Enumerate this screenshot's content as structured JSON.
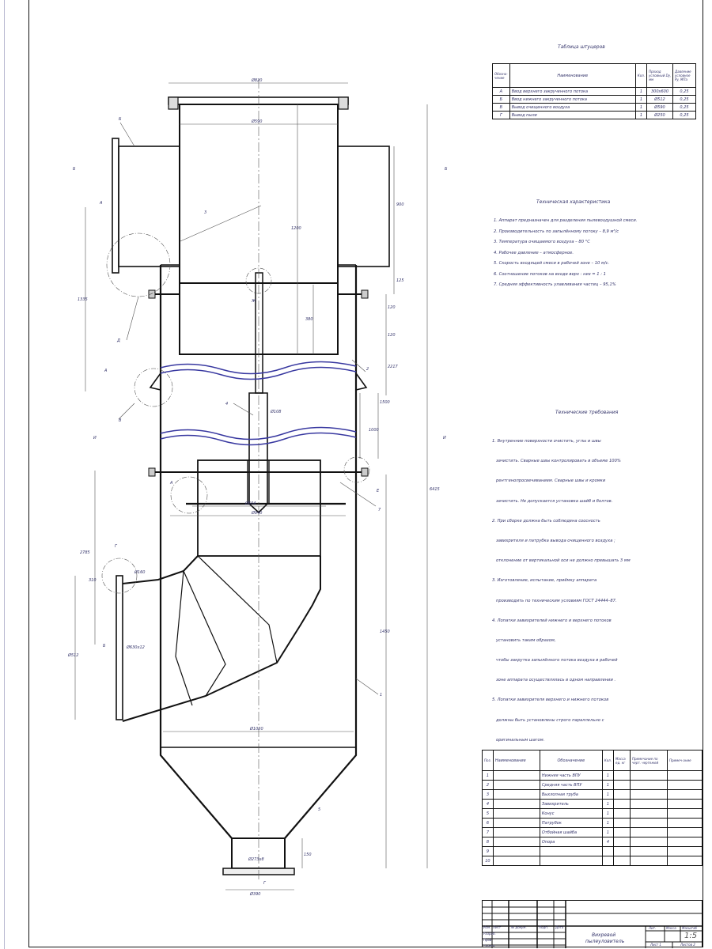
{
  "nozzle_table": {
    "title": "Таблица штуцеров",
    "headers": [
      "Обозна-чение",
      "Наименование",
      "Кол.",
      "Проход условный Dy, мм",
      "Давление условное Py, МПа"
    ],
    "rows": [
      {
        "mark": "А",
        "name": "Ввод верхнего закрученного потока",
        "qty": "1",
        "dy": "300х600",
        "py": "0,25"
      },
      {
        "mark": "Б",
        "name": "Ввод нижнего закрученного потока",
        "qty": "1",
        "dy": "Ø512",
        "py": "0,25"
      },
      {
        "mark": "В",
        "name": "Вывод очищенного воздуха",
        "qty": "1",
        "dy": "Ø590",
        "py": "0,25"
      },
      {
        "mark": "Г",
        "name": "Вывод пыли",
        "qty": "1",
        "dy": "Ø250",
        "py": "0,25"
      }
    ]
  },
  "tech_characteristics": {
    "title": "Техническая характеристика",
    "items": [
      "1. Аппарат предназначен для разделения пылевоздушной смеси.",
      "2. Производительность по запылённому потоку – 8,9 м³/с",
      "3. Температура очищаемого воздуха – 80 °С",
      "4. Рабочее давление – атмосферное.",
      "5. Скорость входящей смеси в рабочей зоне – 10 м/с.",
      "6. Соотношение потоков на входе верх : низ = 1 : 1",
      "7. Средняя эффективность улавливания частиц – 95,1%"
    ]
  },
  "tech_requirements": {
    "title": "Технические требования",
    "lines": [
      "1. Внутренние поверхности очистить, углы и швы",
      "   зачистить. Сварные швы контролировать в объеме 100%",
      "   рентгенопросвечиванием. Сварные швы и кромки",
      "   зачистить. Не допускается установка шайб и болтов.",
      "2. При сборке должна быть соблюдена соосность",
      "   завихрителя и патрубка вывода очищенного воздуха ;",
      "   отклонение от вертикальной оси не должно превышать 3 мм",
      "3. Изготовление, испытание, приёмку аппарата",
      "   производить по техническим условиям ГОСТ 24444–87.",
      "4. Лопатки завихрителей нижнего и верхнего потоков",
      "   установить таким образом,",
      "   чтобы закрутка запылённого потока воздуха в рабочей",
      "   зоне аппарата осуществлялась в одном направлении .",
      "5. Лопатки завихрителя верхнего и нижнего потоков",
      "   должны быть установлены строго параллельно с",
      "   оригинальным шагом."
    ]
  },
  "spec_table": {
    "headers": [
      "Поз.",
      "Наименование",
      "Обозначение",
      "Кол.",
      "Масса ед. кг",
      "Примечание по черт. чертежей",
      "Примеч-ание"
    ],
    "rows": [
      {
        "pos": "1",
        "name": "Нижняя часть ВПУ",
        "qty": "1"
      },
      {
        "pos": "2",
        "name": "Средняя часть ВПУ",
        "qty": "1"
      },
      {
        "pos": "3",
        "name": "Выхлопная труба",
        "qty": "1"
      },
      {
        "pos": "4",
        "name": "Завихритель",
        "qty": "1"
      },
      {
        "pos": "5",
        "name": "Конус",
        "qty": "1"
      },
      {
        "pos": "6",
        "name": "Патрубок",
        "qty": "1"
      },
      {
        "pos": "7",
        "name": "Отбойная шайба",
        "qty": "1"
      },
      {
        "pos": "8",
        "name": "Опора",
        "qty": "4"
      },
      {
        "pos": "9",
        "name": "",
        "qty": ""
      },
      {
        "pos": "10",
        "name": "",
        "qty": ""
      }
    ]
  },
  "title_block": {
    "title_line1": "Вихревой",
    "title_line2": "пылеуловитель",
    "lit": "Лит.",
    "mass": "Масса",
    "scale_label": "Масштаб",
    "scale": "1:5",
    "sheet": "Лист 1",
    "sheets": "Листов 2",
    "izm": "Изм.",
    "list": "Лист",
    "doc": "№ докум.",
    "sign": "Подп.",
    "date": "Дата",
    "dev": "Разраб.",
    "check": "Пров.",
    "tcontr": "Т.контр."
  },
  "drawing": {
    "dims": {
      "top_flange": "Ø820",
      "exhaust_d": "Ø590",
      "inlet_h": "900",
      "gap": "125",
      "exhaust_len": "1200",
      "lower_exhaust": "380",
      "d120a": "120",
      "d120b": "120",
      "d2217": "2217",
      "d1335": "1335",
      "d2785": "2785",
      "d310": "310",
      "d1000": "1000",
      "d1500": "1500",
      "d1450": "1450",
      "d6415": "6415",
      "rod_d": "Ø108",
      "swirl_in": "Ø604",
      "swirl_out": "Ø940",
      "inlet_b": "Ø512",
      "inlet_b_outer": "Ø630х12",
      "d160": "Ø160",
      "body_d": "Ø1020",
      "outlet_d": "Ø273х8",
      "outlet_flange": "Ø390",
      "outlet_h": "150"
    },
    "labels": {
      "a": "А",
      "b": "Б",
      "v": "В",
      "g": "Г",
      "d": "Д",
      "e": "Е",
      "zh": "Ж",
      "i": "И",
      "p1": "1",
      "p2": "2",
      "p3": "3",
      "p4": "4",
      "p5": "5",
      "p7": "7"
    }
  }
}
